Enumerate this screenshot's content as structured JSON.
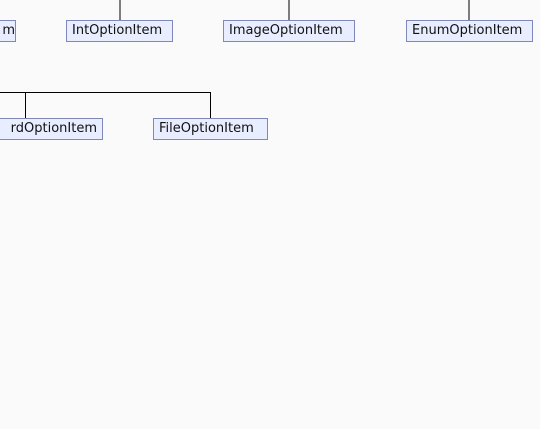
{
  "diagram": {
    "nodes": {
      "partial_top": "m",
      "int_option": "IntOptionItem",
      "image_option": "ImageOptionItem",
      "enum_option": "EnumOptionItem",
      "keyword_option": "rdOptionItem",
      "file_option": "FileOptionItem"
    }
  }
}
